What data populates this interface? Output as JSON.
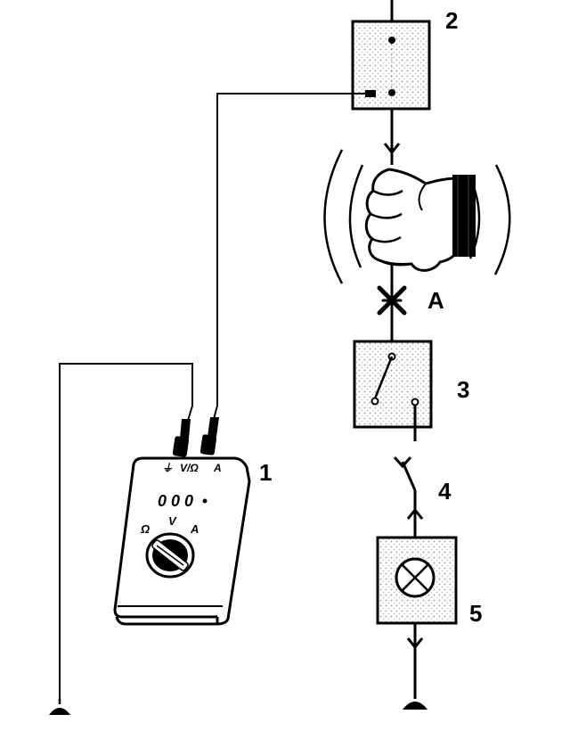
{
  "callouts": {
    "multimeter": "1",
    "component_top": "2",
    "component_switch": "3",
    "connector": "4",
    "lamp": "5",
    "fault_point": "A"
  },
  "multimeter": {
    "display": "0 0 0",
    "terminal_ground": "⏚",
    "terminal_volt_ohm": "V/Ω",
    "terminal_amp": "A",
    "dial_ohm": "Ω",
    "dial_volt": "V",
    "dial_amp": "A"
  },
  "colors": {
    "line": "#000000",
    "stipple": "#bdbdbd",
    "background": "#ffffff"
  }
}
